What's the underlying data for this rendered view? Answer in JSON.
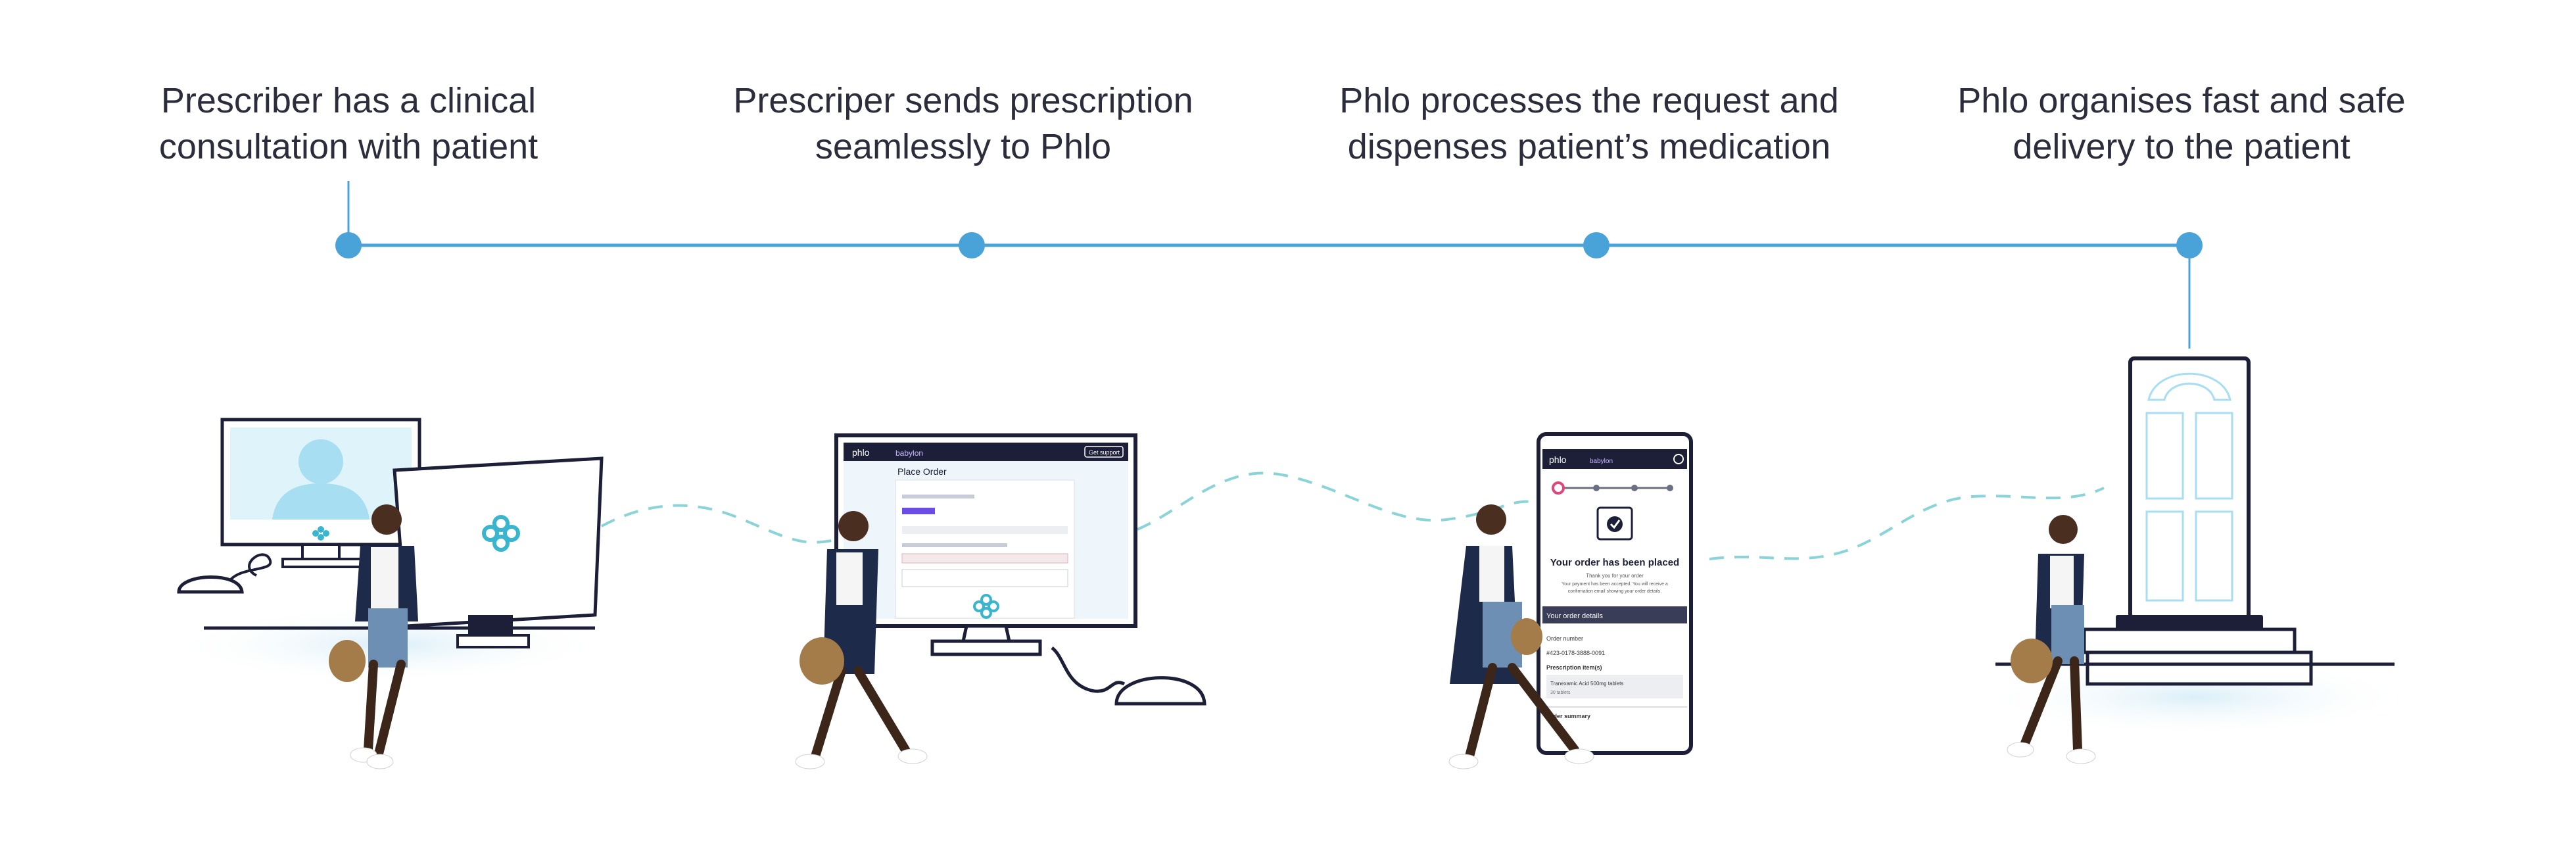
{
  "steps": [
    {
      "line1": "Prescriber has a clinical",
      "line2": "consultation with patient"
    },
    {
      "line1": "Prescriper sends prescription",
      "line2": "seamlessly to Phlo"
    },
    {
      "line1": "Phlo processes the request and",
      "line2": "dispenses patient’s medication"
    },
    {
      "line1": "Phlo organises fast and safe",
      "line2": "delivery to the patient"
    }
  ],
  "monitor_screen": {
    "brand": "phlo",
    "partner": "babylon",
    "top_button": "Get support",
    "heading": "Place Order"
  },
  "phone_screen": {
    "brand": "phlo",
    "partner": "babylon",
    "title": "Your order has been placed",
    "sub1": "Thank you for your order",
    "sub2": "Your payment has been accepted. You will receive a",
    "sub3": "confirmation email showing your order details.",
    "details_header": "Your order details",
    "order_label": "Order number",
    "order_value": "#423-0178-3888-0091",
    "items_label": "Prescription item(s)",
    "item_name": "Tranexamic Acid 500mg tablets",
    "item_qty": "30 tablets",
    "summary_label": "Order summary"
  },
  "colors": {
    "timeline": "#4aa3d8",
    "text": "#2b2d3c",
    "navy": "#1d1f38",
    "light_blue": "#a8def1",
    "accent_teal": "#3ab5cf",
    "dashed_wave": "#8ad4d9"
  }
}
